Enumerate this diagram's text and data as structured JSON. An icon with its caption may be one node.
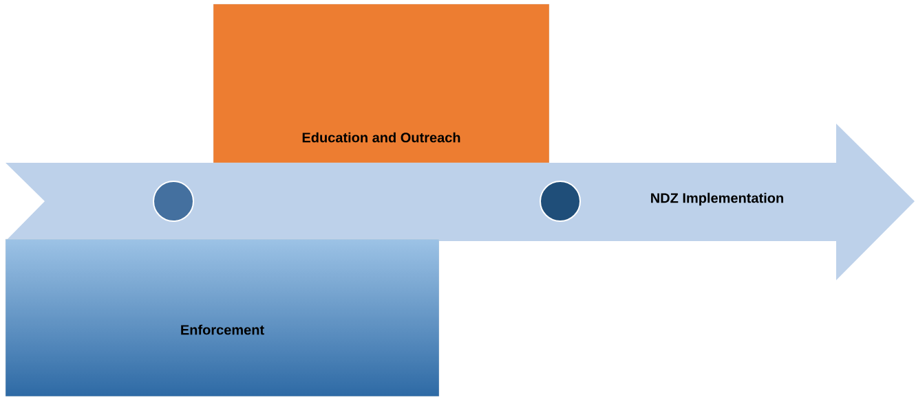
{
  "diagram": {
    "nodes": [
      {
        "text": [
          "NDZ Implementation"
        ]
      },
      {
        "text": [],
        "shape": "circle",
        "in": 0
      },
      {
        "text": [],
        "shape": "circle",
        "in": 0
      },
      {
        "text": [
          "Education and Outreach"
        ]
      },
      {
        "text": [
          "Enforcement"
        ]
      }
    ],
    "edges": []
  }
}
